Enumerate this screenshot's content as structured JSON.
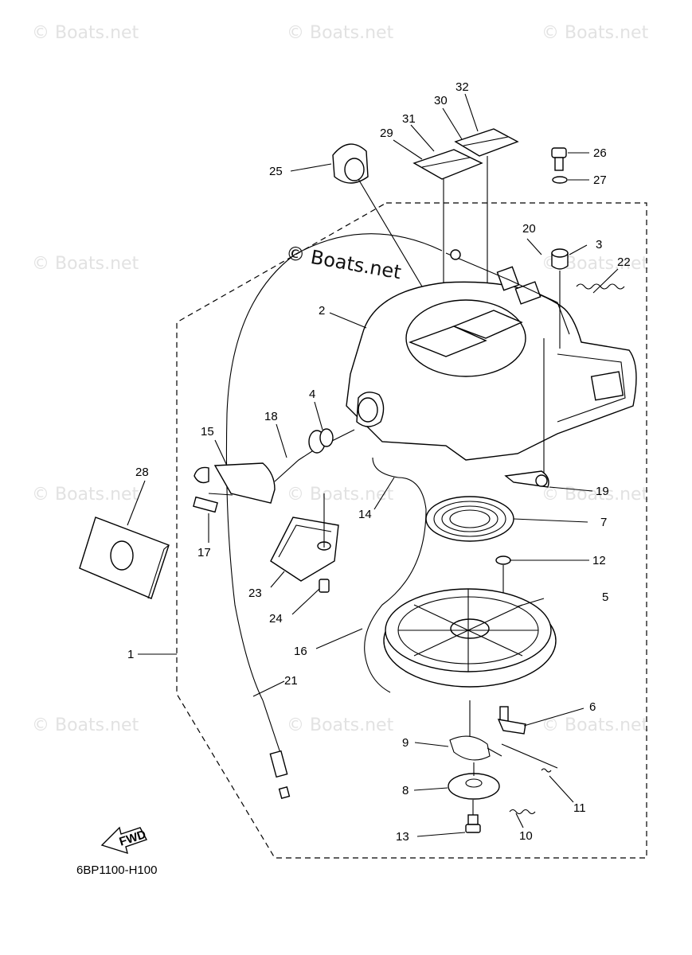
{
  "diagram_code": "6BP1100-H100",
  "fwd_label": "FWD",
  "watermark_main": "© Boats.net",
  "watermark": "© Boats.net",
  "callouts": {
    "c1": "1",
    "c2": "2",
    "c3": "3",
    "c4": "4",
    "c5": "5",
    "c6": "6",
    "c7": "7",
    "c8": "8",
    "c9": "9",
    "c10": "10",
    "c11": "11",
    "c12": "12",
    "c13": "13",
    "c14": "14",
    "c15": "15",
    "c16": "16",
    "c17": "17",
    "c18": "18",
    "c19": "19",
    "c20": "20",
    "c21": "21",
    "c22": "22",
    "c23": "23",
    "c24": "24",
    "c25": "25",
    "c26": "26",
    "c27": "27",
    "c28": "28",
    "c29": "29",
    "c30": "30",
    "c31": "31",
    "c32": "32"
  }
}
